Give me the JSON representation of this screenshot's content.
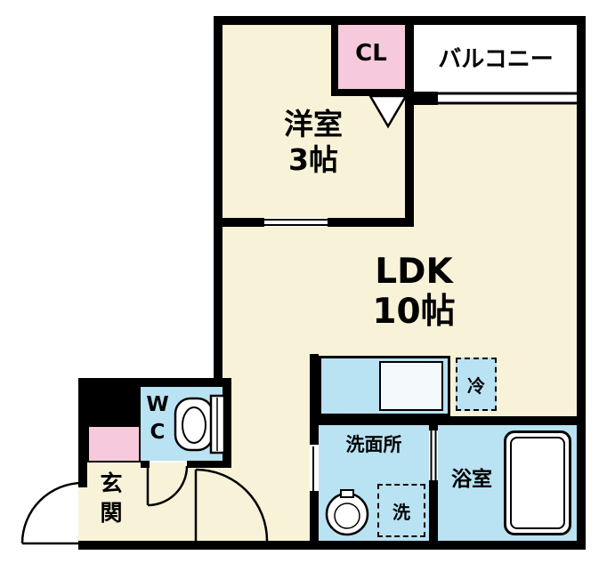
{
  "floorplan": {
    "rooms": {
      "western_room": {
        "name": "洋室",
        "size": "3帖"
      },
      "ldk": {
        "name": "LDK",
        "size": "10帖"
      },
      "balcony": {
        "name": "バルコニー"
      },
      "closet": {
        "name": "CL"
      },
      "entrance": {
        "char1": "玄",
        "char2": "関"
      },
      "wc": {
        "char1": "W",
        "char2": "C"
      },
      "washroom": {
        "name": "洗面所"
      },
      "bathroom": {
        "name": "浴室"
      }
    },
    "fixtures": {
      "refrigerator": {
        "label": "冷"
      },
      "washing_machine": {
        "label": "洗"
      }
    },
    "colors": {
      "wall": "#000000",
      "room_floor": "#f8f3d8",
      "wet_area": "#b9e2f2",
      "closet_pink": "#f7c9dc",
      "background": "#ffffff"
    }
  }
}
